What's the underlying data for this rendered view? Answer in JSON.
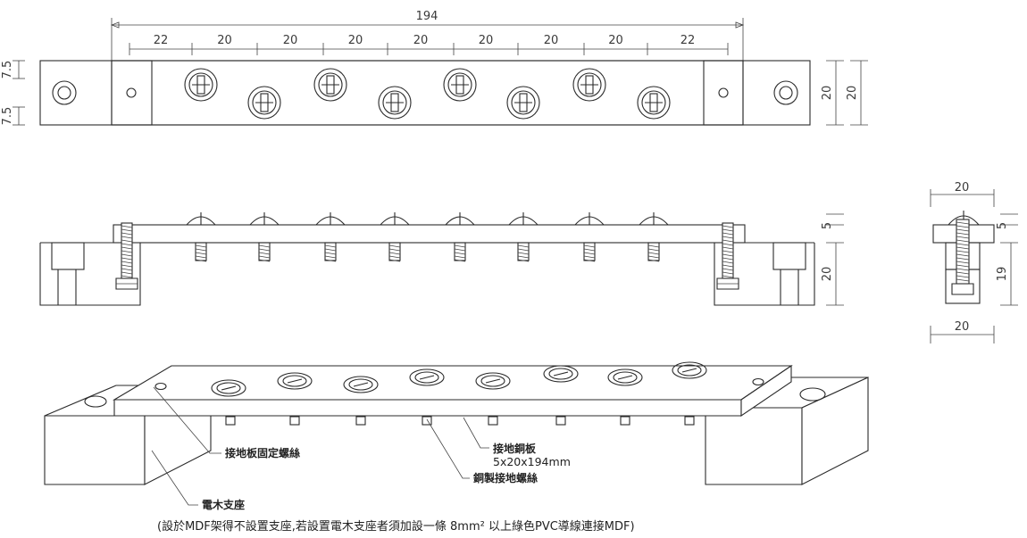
{
  "top_view": {
    "overall_length": "194",
    "spacings": [
      "22",
      "20",
      "20",
      "20",
      "20",
      "20",
      "20",
      "20",
      "22"
    ],
    "left_offsets": [
      "7.5",
      "7.5"
    ],
    "height_inner": "20",
    "height_outer": "20"
  },
  "side_view": {
    "thickness": "5",
    "support_height": "20"
  },
  "end_view": {
    "top_width": "20",
    "thickness": "5",
    "height": "19",
    "bottom_width": "20"
  },
  "labels": {
    "fixing_screw": "接地板固定螺絲",
    "copper_plate_title": "接地銅板",
    "copper_plate_size": "5x20x194mm",
    "copper_screw": "銅製接地螺絲",
    "wood_support": "電木支座",
    "note": "(設於MDF架得不設置支座,若設置電木支座者須加設一條 8mm² 以上綠色PVC導線連接MDF)"
  }
}
